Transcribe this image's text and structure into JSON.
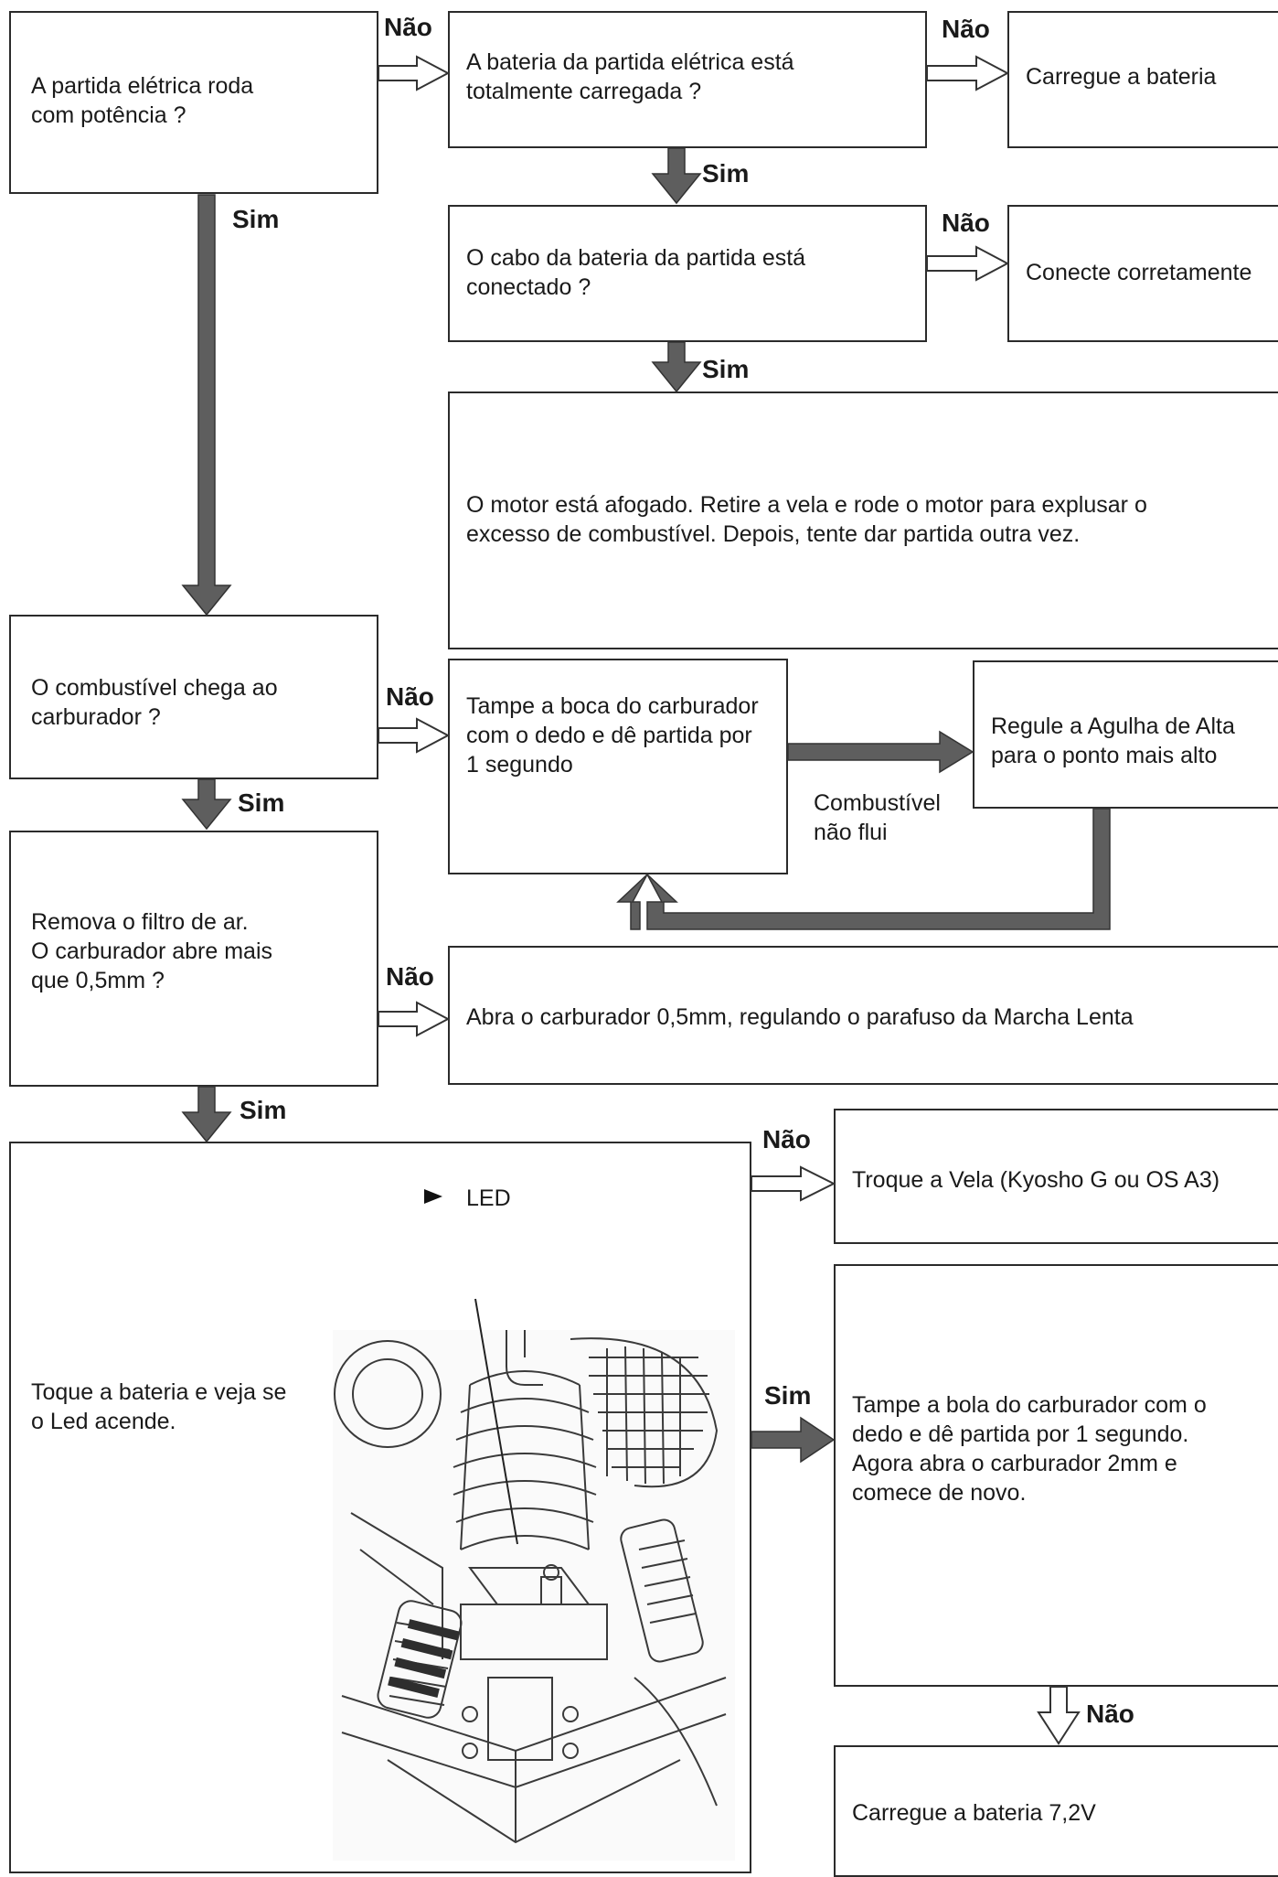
{
  "nodes": {
    "q_starter": "A partida elétrica roda\ncom potência ?",
    "q_battery": "A bateria da partida elétrica está\ntotalmente carregada ?",
    "a_charge": "Carregue a bateria",
    "q_cable": "O cabo da bateria da partida está\nconectado ?",
    "a_connect": "Conecte corretamente",
    "a_flooded": "O motor está afogado. Retire a vela e rode o motor para explusar o\nexcesso de combustível. Depois, tente dar partida outra vez.",
    "q_fuel": "O combustível chega ao\ncarburador ?",
    "a_cover": "Tampe a boca do carburador\ncom o dedo e dê partida por\n1 segundo",
    "a_needle": "Regule a Agulha de Alta\npara o ponto mais alto",
    "note_fuel": "Combustível\nnão flui",
    "q_filter": "Remova o filtro de ar.\nO carburador abre mais\nque 0,5mm ?",
    "a_open": "Abra o carburador 0,5mm, regulando o parafuso da Marcha Lenta",
    "q_led": "Toque a bateria e veja se\no Led acende.",
    "led_label": "LED",
    "a_plug": "Troque a Vela (Kyosho G ou OS A3)",
    "a_retry": "Tampe a bola do carburador com o\ndedo e dê partida por 1 segundo.\nAgora abra o carburador 2mm e\ncomece de novo.",
    "a_charge72": "Carregue a bateria 7,2V"
  },
  "labels": {
    "yes": "Sim",
    "no": "Não"
  }
}
